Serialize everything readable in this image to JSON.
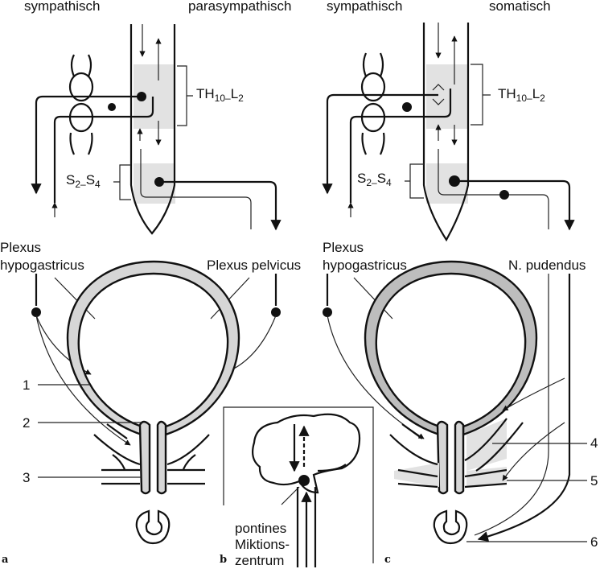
{
  "panel_a": {
    "header_left": "sympathisch",
    "header_right": "parasympathisch",
    "segment_upper": {
      "base": "TH",
      "sub1": "10–",
      "base2": "L",
      "sub2": "2"
    },
    "segment_lower": {
      "base": "S",
      "sub1": "2–",
      "base2": "S",
      "sub2": "4"
    },
    "plexus_left_line1": "Plexus",
    "plexus_left_line2": "hypogastricus",
    "plexus_right": "Plexus pelvicus",
    "numbers": [
      "1",
      "2",
      "3"
    ],
    "panel_letter": "a"
  },
  "panel_b": {
    "caption_line1": "pontines",
    "caption_line2": "Miktions-",
    "caption_line3": "zentrum",
    "panel_letter": "b"
  },
  "panel_c": {
    "header_left": "sympathisch",
    "header_right": "somatisch",
    "segment_upper": {
      "base": "TH",
      "sub1": "10–",
      "base2": "L",
      "sub2": "2"
    },
    "segment_lower": {
      "base": "S",
      "sub1": "2–",
      "base2": "S",
      "sub2": "4"
    },
    "plexus_left_line1": "Plexus",
    "plexus_left_line2": "hypogastricus",
    "nerve_right": "N. pudendus",
    "numbers": [
      "4",
      "5",
      "6"
    ],
    "panel_letter": "c"
  }
}
